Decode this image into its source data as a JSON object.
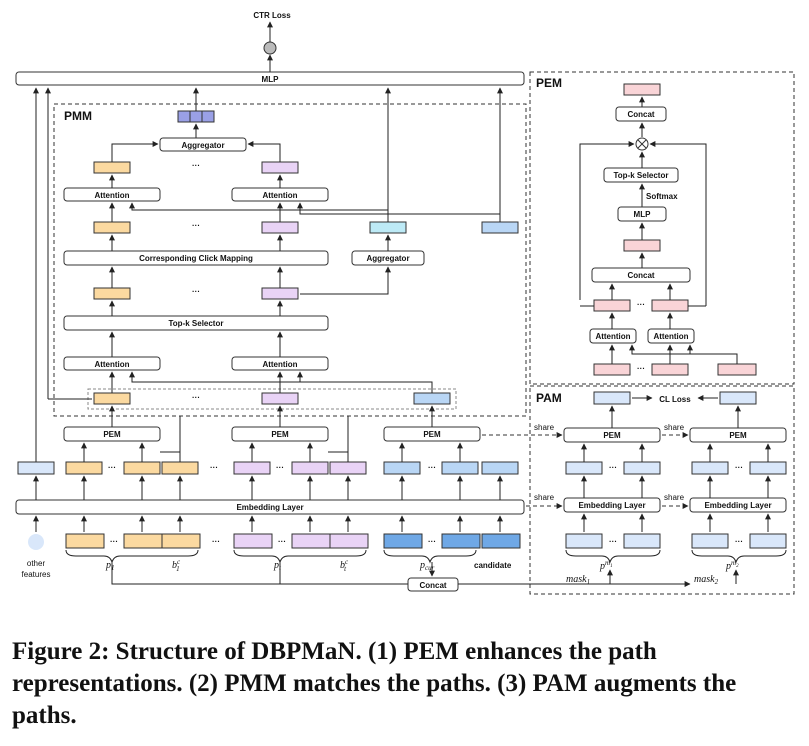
{
  "labels": {
    "ctr_loss": "CTR Loss",
    "mlp": "MLP",
    "pmm": "PMM",
    "pem": "PEM",
    "pam": "PAM",
    "aggregator": "Aggregator",
    "attention": "Attention",
    "corresponding_click_mapping": "Corresponding Click Mapping",
    "topk_selector": "Top-k Selector",
    "embedding_layer": "Embedding Layer",
    "concat": "Concat",
    "softmax": "Softmax",
    "cl_loss": "CL Loss",
    "share": "share",
    "dots": "···",
    "other_features_1": "other",
    "other_features_2": "features",
    "candidate": "candidate",
    "p1": "p",
    "p1_sub": "1",
    "b1": "b",
    "b1_sup": "c",
    "b1_sub": "1",
    "pt": "p",
    "pt_sub": "t",
    "bt": "b",
    "bt_sup": "c",
    "bt_sub": "t",
    "pcur": "p",
    "pcur_sub": "cur",
    "mask1": "mask",
    "mask1_sub": "1",
    "mask2": "mask",
    "mask2_sub": "2",
    "pm1": "p",
    "pm1_sup": "m",
    "pm1_supsub": "1",
    "pm2": "p",
    "pm2_sup": "m",
    "pm2_supsub": "2"
  },
  "colors": {
    "orange": "#fbd9a0",
    "orange_dark": "#f3b65f",
    "purple": "#e9d3f6",
    "purple_dark": "#c99ee8",
    "blue": "#b9d6f5",
    "blue_dark": "#6fa8e6",
    "pink": "#f9d4d7",
    "pink_dark": "#ee9aa2",
    "light_blue": "#d9e7fa",
    "navy": "#7f86d9",
    "cyan": "#bdeaf6",
    "panel_gray": "#f2f2f2"
  },
  "caption": "Figure 2: Structure of DBPMaN. (1) PEM enhances the path representations. (2) PMM matches the paths. (3) PAM augments the paths."
}
